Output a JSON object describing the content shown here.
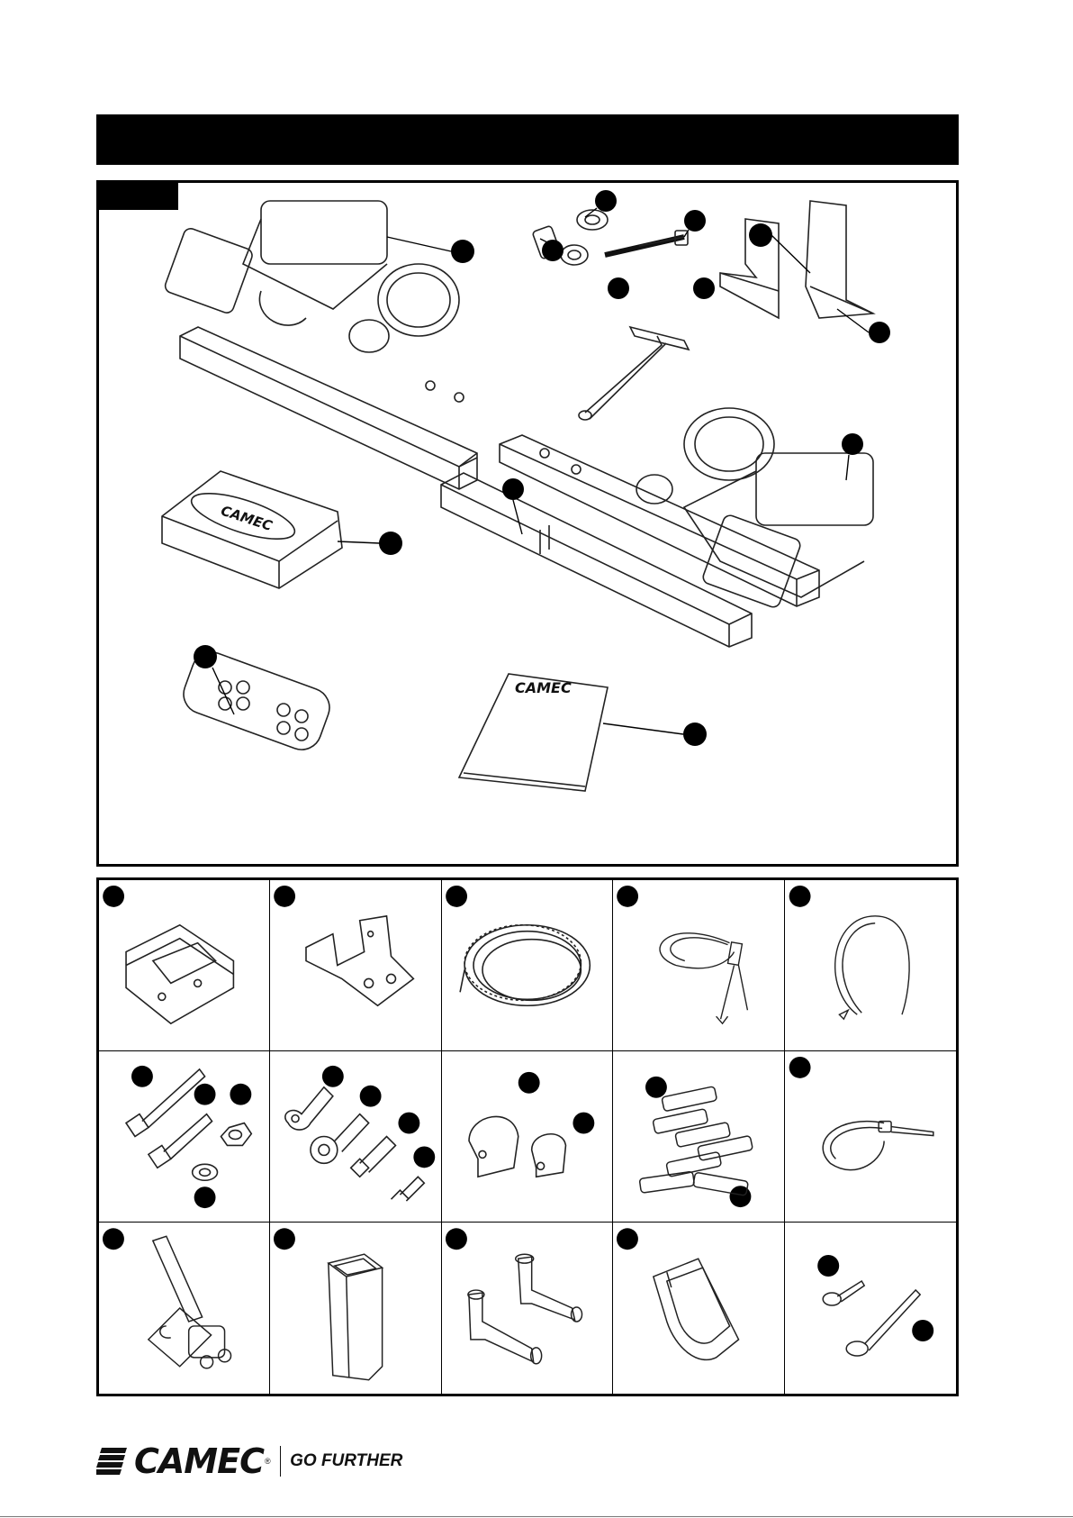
{
  "document": {
    "brand_logo_text": "CAMEC",
    "tagline": "GO FURTHER",
    "registered_mark": "®"
  },
  "diagram": {
    "manual_cover_text": "CAMEC",
    "control_box_text": "CAMEC"
  },
  "parts_grid": {
    "rows": 3,
    "columns": 5,
    "cells": [
      {
        "icon": "isolator-switch-icon"
      },
      {
        "icon": "mounting-bracket-icon"
      },
      {
        "icon": "corrugated-conduit-icon"
      },
      {
        "icon": "power-cable-icon"
      },
      {
        "icon": "earth-cable-icon"
      },
      {
        "icon": "bolts-nuts-washers-icon"
      },
      {
        "icon": "cable-lugs-icon"
      },
      {
        "icon": "p-clips-icon"
      },
      {
        "icon": "rubber-spacers-icon"
      },
      {
        "icon": "cable-tie-icon"
      },
      {
        "icon": "battery-isolator-icon"
      },
      {
        "icon": "square-tube-cap-icon"
      },
      {
        "icon": "t-connectors-icon"
      },
      {
        "icon": "remote-holder-icon"
      },
      {
        "icon": "screws-icon"
      }
    ]
  },
  "colors": {
    "ink": "#000000",
    "paper": "#ffffff"
  }
}
